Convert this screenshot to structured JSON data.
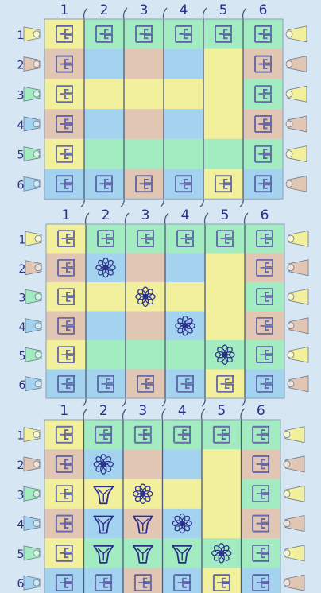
{
  "column_labels": [
    "1",
    "2",
    "3",
    "4",
    "5",
    "6"
  ],
  "row_labels": [
    "1",
    "2",
    "3",
    "4",
    "5",
    "6"
  ],
  "colors": {
    "yellow": "#f2ef9d",
    "green": "#a3ebc0",
    "pink": "#e2c6b4",
    "blue": "#a4d3ef",
    "ink": "#2a2f8a",
    "background": "#d6e6f3"
  },
  "row_side_colors": [
    "yellow",
    "pink",
    "green",
    "blue",
    "green",
    "blue"
  ],
  "row_tassel_colors": [
    "yellow",
    "pink",
    "yellow",
    "pink",
    "yellow",
    "pink"
  ],
  "column_colors": [
    "yellow",
    "blue",
    "pink",
    "blue",
    "yellow",
    "green"
  ],
  "row_colors": [
    "green",
    "pink",
    "yellow",
    "pink",
    "green",
    "blue"
  ],
  "grids": [
    {
      "name": "grid-1",
      "cells": [
        [
          "meander",
          "meander",
          "meander",
          "meander",
          "meander",
          "meander"
        ],
        [
          "meander",
          "",
          "",
          "",
          "",
          "meander"
        ],
        [
          "meander",
          "",
          "",
          "",
          "",
          "meander"
        ],
        [
          "meander",
          "",
          "",
          "",
          "",
          "meander"
        ],
        [
          "meander",
          "",
          "",
          "",
          "",
          "meander"
        ],
        [
          "meander",
          "meander",
          "meander",
          "meander",
          "meander",
          "meander"
        ]
      ]
    },
    {
      "name": "grid-2",
      "cells": [
        [
          "meander",
          "meander",
          "meander",
          "meander",
          "meander",
          "meander"
        ],
        [
          "meander",
          "flower",
          "",
          "",
          "",
          "meander"
        ],
        [
          "meander",
          "",
          "flower",
          "",
          "",
          "meander"
        ],
        [
          "meander",
          "",
          "",
          "flower",
          "",
          "meander"
        ],
        [
          "meander",
          "",
          "",
          "",
          "flower",
          "meander"
        ],
        [
          "meander",
          "meander",
          "meander",
          "meander",
          "meander",
          "meander"
        ]
      ]
    },
    {
      "name": "grid-3",
      "cells": [
        [
          "meander",
          "meander",
          "meander",
          "meander",
          "meander",
          "meander"
        ],
        [
          "meander",
          "flower",
          "",
          "",
          "",
          "meander"
        ],
        [
          "meander",
          "tri",
          "flower",
          "",
          "",
          "meander"
        ],
        [
          "meander",
          "tri",
          "tri",
          "flower",
          "",
          "meander"
        ],
        [
          "meander",
          "tri",
          "tri",
          "tri",
          "flower",
          "meander"
        ],
        [
          "meander",
          "meander",
          "meander",
          "meander",
          "meander",
          "meander"
        ]
      ]
    }
  ]
}
